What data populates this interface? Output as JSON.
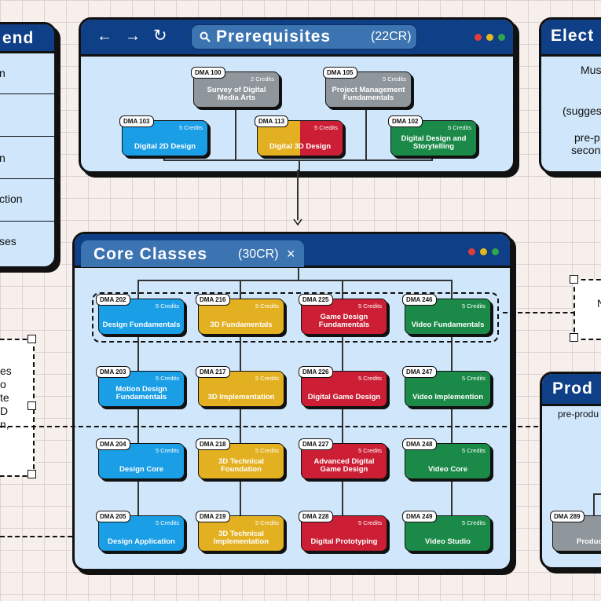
{
  "colors": {
    "header": "#0f3f87",
    "panel": "#cfe6fb",
    "blue": "#1a9ee6",
    "yellow": "#e3b021",
    "red": "#cc1f36",
    "green": "#1b8a49",
    "gray": "#8f969c"
  },
  "legend": {
    "title": "end",
    "items": [
      "n",
      "",
      "n",
      "ction",
      "ses"
    ]
  },
  "notes_left": {
    "lines": [
      "es",
      "o",
      "te",
      "D",
      "n,"
    ]
  },
  "prereq": {
    "title": "Prerequisites",
    "credits": "(22CR)",
    "nav_icons": [
      "back-arrow-icon",
      "forward-arrow-icon",
      "refresh-icon",
      "search-icon"
    ],
    "courses": [
      {
        "code": "DMA 100",
        "credits": "2 Credits",
        "name": "Survey of Digital Media Arts",
        "color": "gray"
      },
      {
        "code": "DMA 105",
        "credits": "5 Credits",
        "name": "Project Management Fundamentals",
        "color": "gray"
      },
      {
        "code": "DMA 103",
        "credits": "5 Credits",
        "name": "Digital 2D Design",
        "color": "blue"
      },
      {
        "code": "DMA 113",
        "credits": "5 Credits",
        "name": "Digital 3D Design",
        "color": "split"
      },
      {
        "code": "DMA 102",
        "credits": "5 Credits",
        "name": "Digital Design and Storytelling",
        "color": "green"
      }
    ]
  },
  "core": {
    "title": "Core Classes",
    "credits": "(30CR)",
    "close_glyph": "×",
    "courses": [
      {
        "code": "DMA 202",
        "credits": "5 Credits",
        "name": "Design Fundamentals"
      },
      {
        "code": "DMA 216",
        "credits": "5 Credits",
        "name": "3D Fundamentals"
      },
      {
        "code": "DMA 225",
        "credits": "5 Credits",
        "name": "Game Design Fundamentals"
      },
      {
        "code": "DMA 246",
        "credits": "5 Credits",
        "name": "Video Fundamentals"
      },
      {
        "code": "DMA 203",
        "credits": "5 Credits",
        "name": "Motion Design Fundamentals"
      },
      {
        "code": "DMA 217",
        "credits": "5 Credits",
        "name": "3D Implementation"
      },
      {
        "code": "DMA 226",
        "credits": "5 Credits",
        "name": "Digital Game Design"
      },
      {
        "code": "DMA 247",
        "credits": "5 Credits",
        "name": "Video Implemention"
      },
      {
        "code": "DMA 204",
        "credits": "5 Credits",
        "name": "Design Core"
      },
      {
        "code": "DMA 218",
        "credits": "5 Credits",
        "name": "3D Technical Foundation"
      },
      {
        "code": "DMA 227",
        "credits": "5 Credits",
        "name": "Advanced Digital Game Design"
      },
      {
        "code": "DMA 248",
        "credits": "5 Credits",
        "name": "Video Core"
      },
      {
        "code": "DMA 205",
        "credits": "5 Credits",
        "name": "Design Application"
      },
      {
        "code": "DMA 219",
        "credits": "5 Credits",
        "name": "3D Technical Implementation"
      },
      {
        "code": "DMA 228",
        "credits": "5 Credits",
        "name": "Digital Prototyping"
      },
      {
        "code": "DMA 249",
        "credits": "5 Credits",
        "name": "Video Studio"
      }
    ]
  },
  "electives": {
    "title": "Elect",
    "lines": [
      "Mus",
      "(sugges",
      "pre-p",
      "secon"
    ]
  },
  "production": {
    "title": "Prod",
    "subtitle": "pre-produ",
    "card_code": "DMA 289",
    "card_name": "Produc"
  },
  "right_note": {
    "text": "N"
  }
}
